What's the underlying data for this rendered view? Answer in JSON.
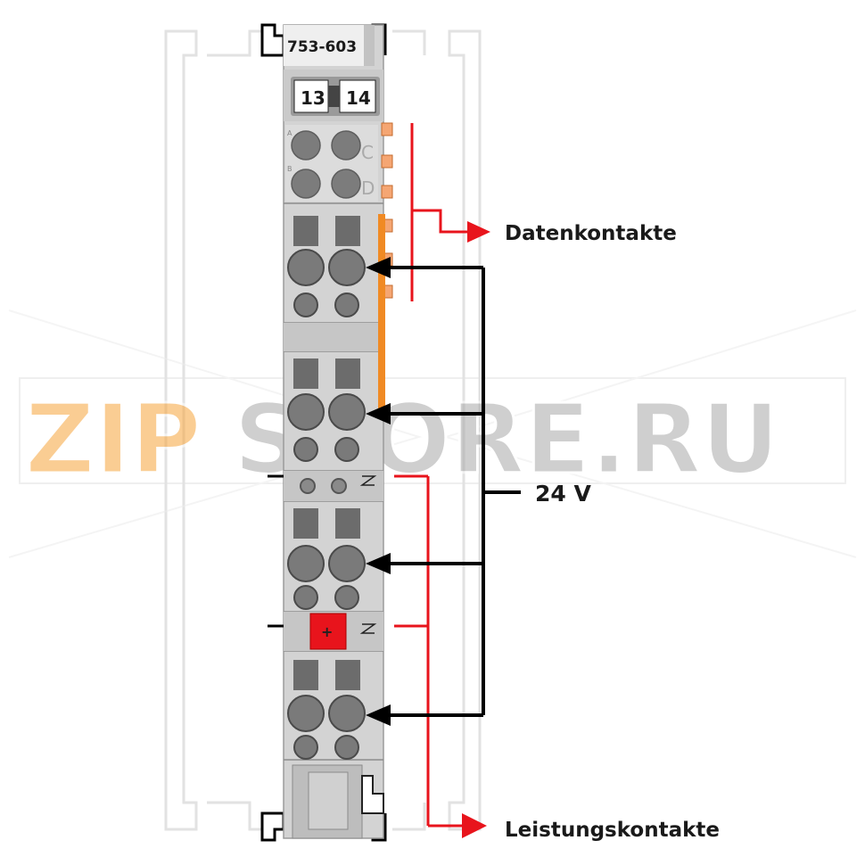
{
  "module": {
    "part_number": "753-603",
    "marker_left": "13",
    "marker_right": "14",
    "letter_c": "C",
    "letter_d": "D",
    "letter_a": "A",
    "letter_b": "B",
    "plus_symbol": "+"
  },
  "labels": {
    "data_contacts": "Datenkontakte",
    "supply_voltage": "24 V",
    "power_contacts": "Leistungskontakte"
  },
  "watermark": {
    "text_orange": "ZIP",
    "text_gray": "STORE.RU"
  },
  "colors": {
    "housing": "#cfcfcf",
    "housing_dark": "#bdbdbd",
    "terminal": "#7a7a7a",
    "power_contact_bar": "#f08a24",
    "data_contact_pad": "#f5a673",
    "red_wire": "#e8141c",
    "black_wire": "#000000",
    "plus_block": "#e8141c",
    "watermark_orange": "#f7a53c",
    "watermark_gray": "#9a9a9a"
  }
}
